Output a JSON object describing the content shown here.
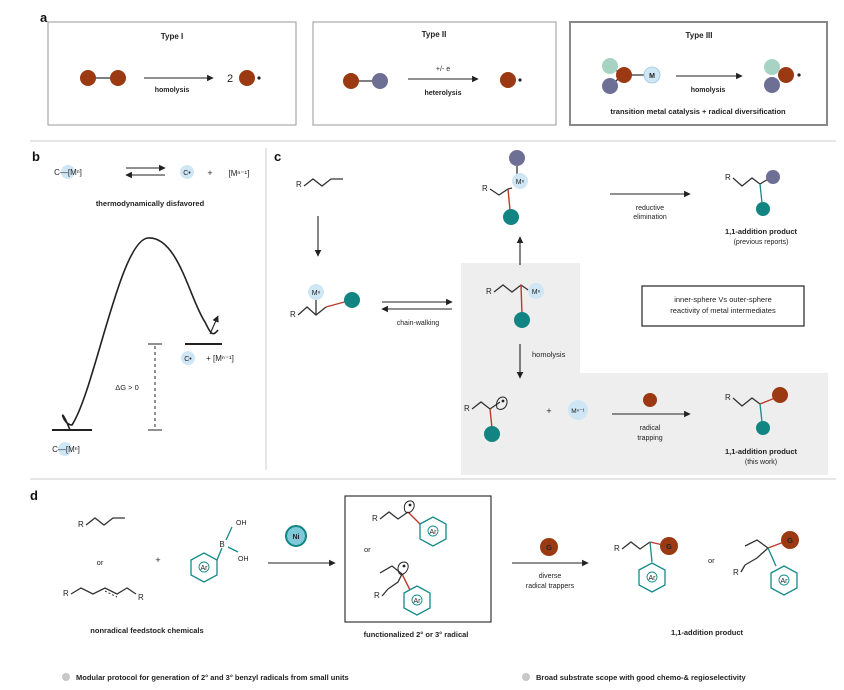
{
  "colors": {
    "brown": "#9b3a12",
    "purple": "#6e6f95",
    "teal": "#128482",
    "mint": "#a7d4c2",
    "metal_circle": "#cfe6f5",
    "shade": "#eeeeee",
    "red_bond": "#c0392b"
  },
  "panel_labels": {
    "a": "a",
    "b": "b",
    "c": "c",
    "d": "d"
  },
  "panel_a": {
    "type1": {
      "title": "Type I",
      "arrow_label": "homolysis",
      "coefficient": "2"
    },
    "type2": {
      "title": "Type II",
      "arrow_top": "+/- e",
      "arrow_label": "heterolysis"
    },
    "type3": {
      "title": "Type III",
      "metal": "M",
      "arrow_label": "homolysis",
      "caption": "transition metal catalysis + radical diversification"
    }
  },
  "panel_b": {
    "left_species": "C—[Mⁿ]",
    "right_radical": "C•",
    "plus": "+",
    "right_metal": "[Mⁿ⁻¹]",
    "caption": "thermodynamically disfavored",
    "delta_g": "ΔG > 0",
    "low_label": "C—[Mⁿ]",
    "high_radical": "C•",
    "high_metal": "+ [Mⁿ⁻¹]"
  },
  "panel_c": {
    "r": "R",
    "metal_n": "Mⁿ",
    "metal_n1": "Mⁿ⁻¹",
    "chain_walking": "chain-walking",
    "reductive_line1": "reductive",
    "reductive_line2": "elimination",
    "prev_title": "1,1-addition product",
    "prev_sub": "(previous reports)",
    "box_line1": "inner-sphere Vs outer-sphere",
    "box_line2": "reactivity of metal intermediates",
    "homolysis": "homolysis",
    "plus": "+",
    "trap_line1": "radical",
    "trap_line2": "trapping",
    "this_title": "1,1-addition product",
    "this_sub": "(this work)"
  },
  "panel_d": {
    "r": "R",
    "or": "or",
    "plus": "+",
    "boron": "B",
    "oh": "OH",
    "ar": "Ar",
    "catalyst": "Ni",
    "feedstock_caption": "nonradical feedstock chemicals",
    "radical_caption": "functionalized 2° or 3° radical",
    "g": "G",
    "diverse_line1": "diverse",
    "diverse_line2": "radical trappers",
    "product_caption": "1,1-addition product",
    "bullet1": "Modular protocol for generation of 2° and 3° benzyl radicals from small units",
    "bullet2": "Broad substrate scope with good chemo-& regioselectivity"
  }
}
